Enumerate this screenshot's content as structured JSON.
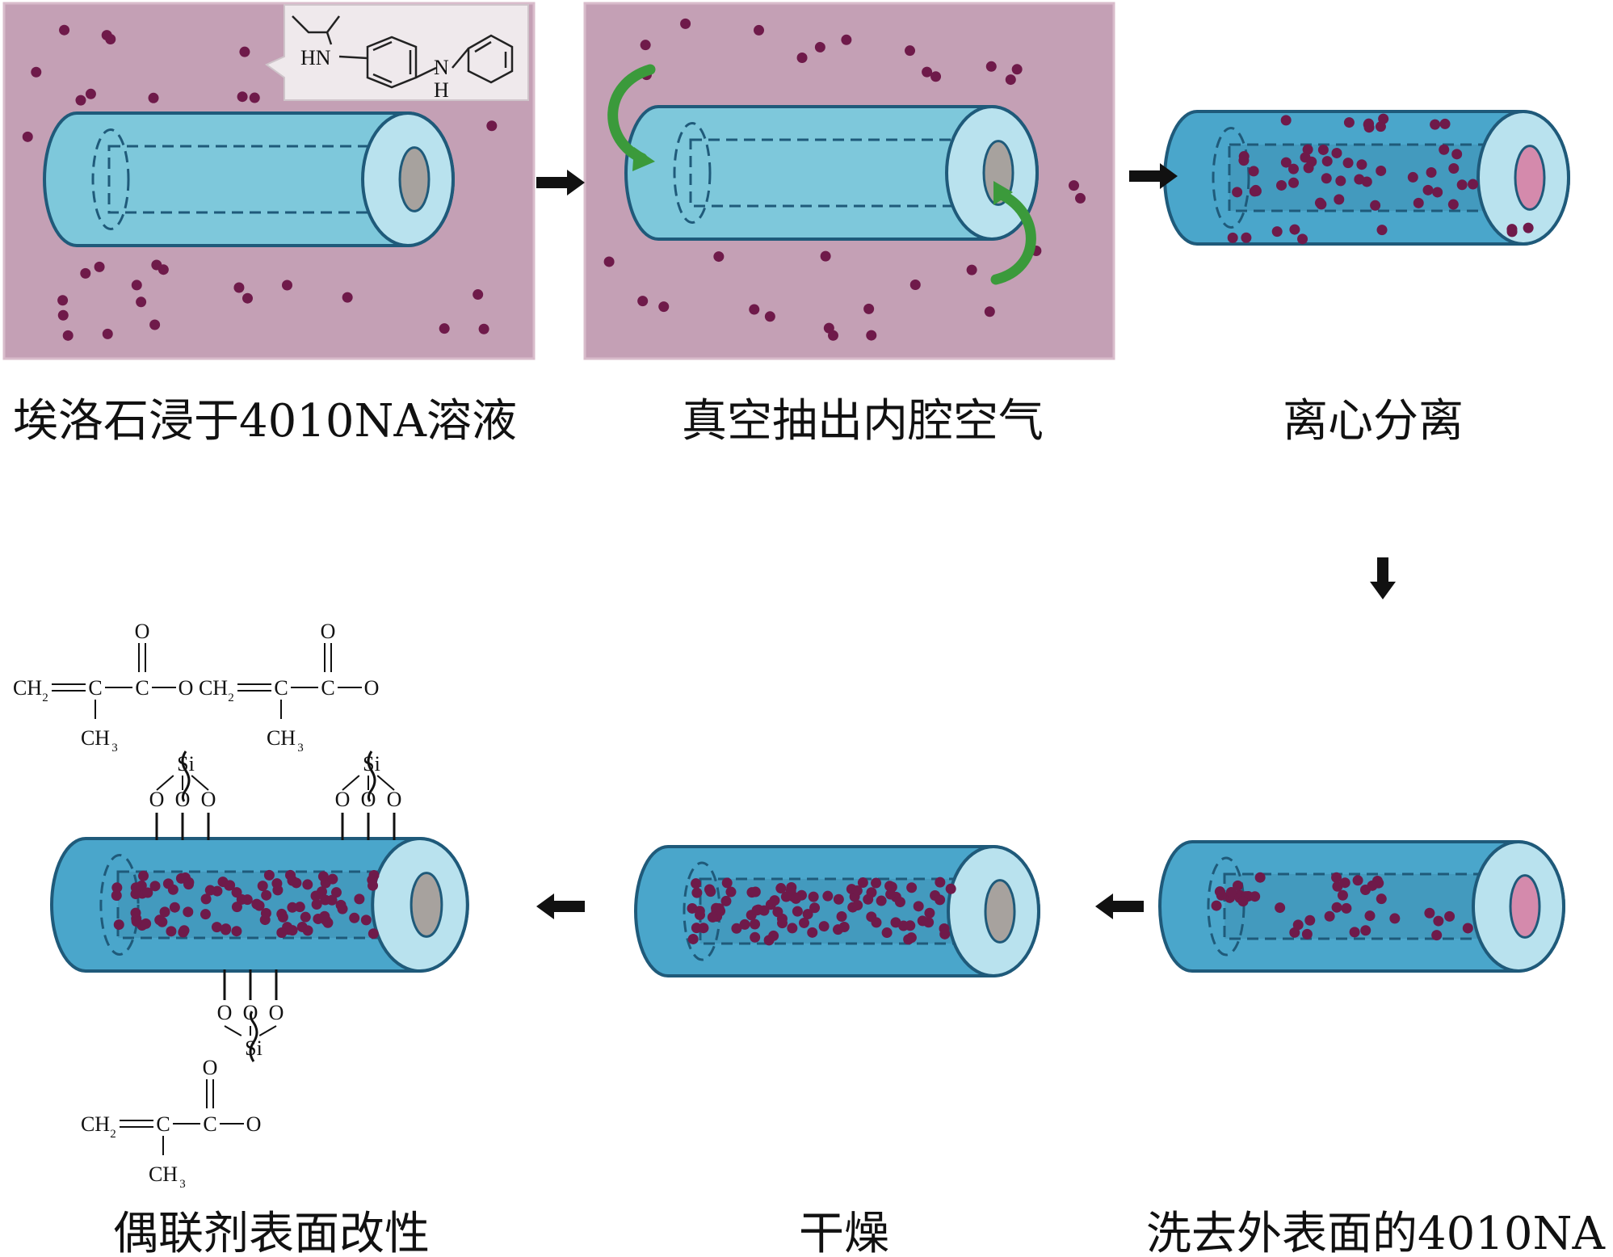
{
  "colors": {
    "solution_bg": "#c4a0b5",
    "solution_border": "#d9bccb",
    "tube_outer": "#7ec8db",
    "tube_stroke": "#1f5a7a",
    "tube_ring": "#b9e2ee",
    "lumen_grey": "#a7a29e",
    "lumen_pink": "#d48aac",
    "tube_loaded": "#4aa6cb",
    "dot": "#6f1a4a",
    "green_arrow": "#3b9a3b",
    "arrow": "#111111"
  },
  "steps": [
    {
      "id": "immerse",
      "caption": "埃洛石浸于4010NA溶液"
    },
    {
      "id": "vacuum",
      "caption": "真空抽出内腔空气"
    },
    {
      "id": "centrifuge",
      "caption": "离心分离"
    },
    {
      "id": "wash",
      "caption": "洗去外表面的4010NA"
    },
    {
      "id": "dry",
      "caption": "干燥"
    },
    {
      "id": "modify",
      "caption": "偶联剂表面改性"
    }
  ],
  "molecule_4010na": {
    "hn": "HN",
    "n": "N",
    "h": "H"
  },
  "silane": {
    "ch2": "CH",
    "sub2": "2",
    "c": "C",
    "o": "O",
    "ch3": "CH",
    "sub3": "3",
    "si": "Si"
  },
  "flow": {
    "tube_steps": [
      "immerse",
      "vacuum",
      "centrifuge",
      "wash",
      "dry",
      "modify"
    ],
    "solution_steps": [
      "immerse",
      "vacuum"
    ],
    "loaded_steps": [
      "centrifuge",
      "wash",
      "dry",
      "modify"
    ],
    "outer_dot_steps": [
      "centrifuge"
    ],
    "green_arrow_steps": [
      "vacuum"
    ],
    "grafted_steps": [
      "modify"
    ],
    "arrow_directions": [
      "right",
      "right",
      "down",
      "left",
      "left"
    ]
  }
}
